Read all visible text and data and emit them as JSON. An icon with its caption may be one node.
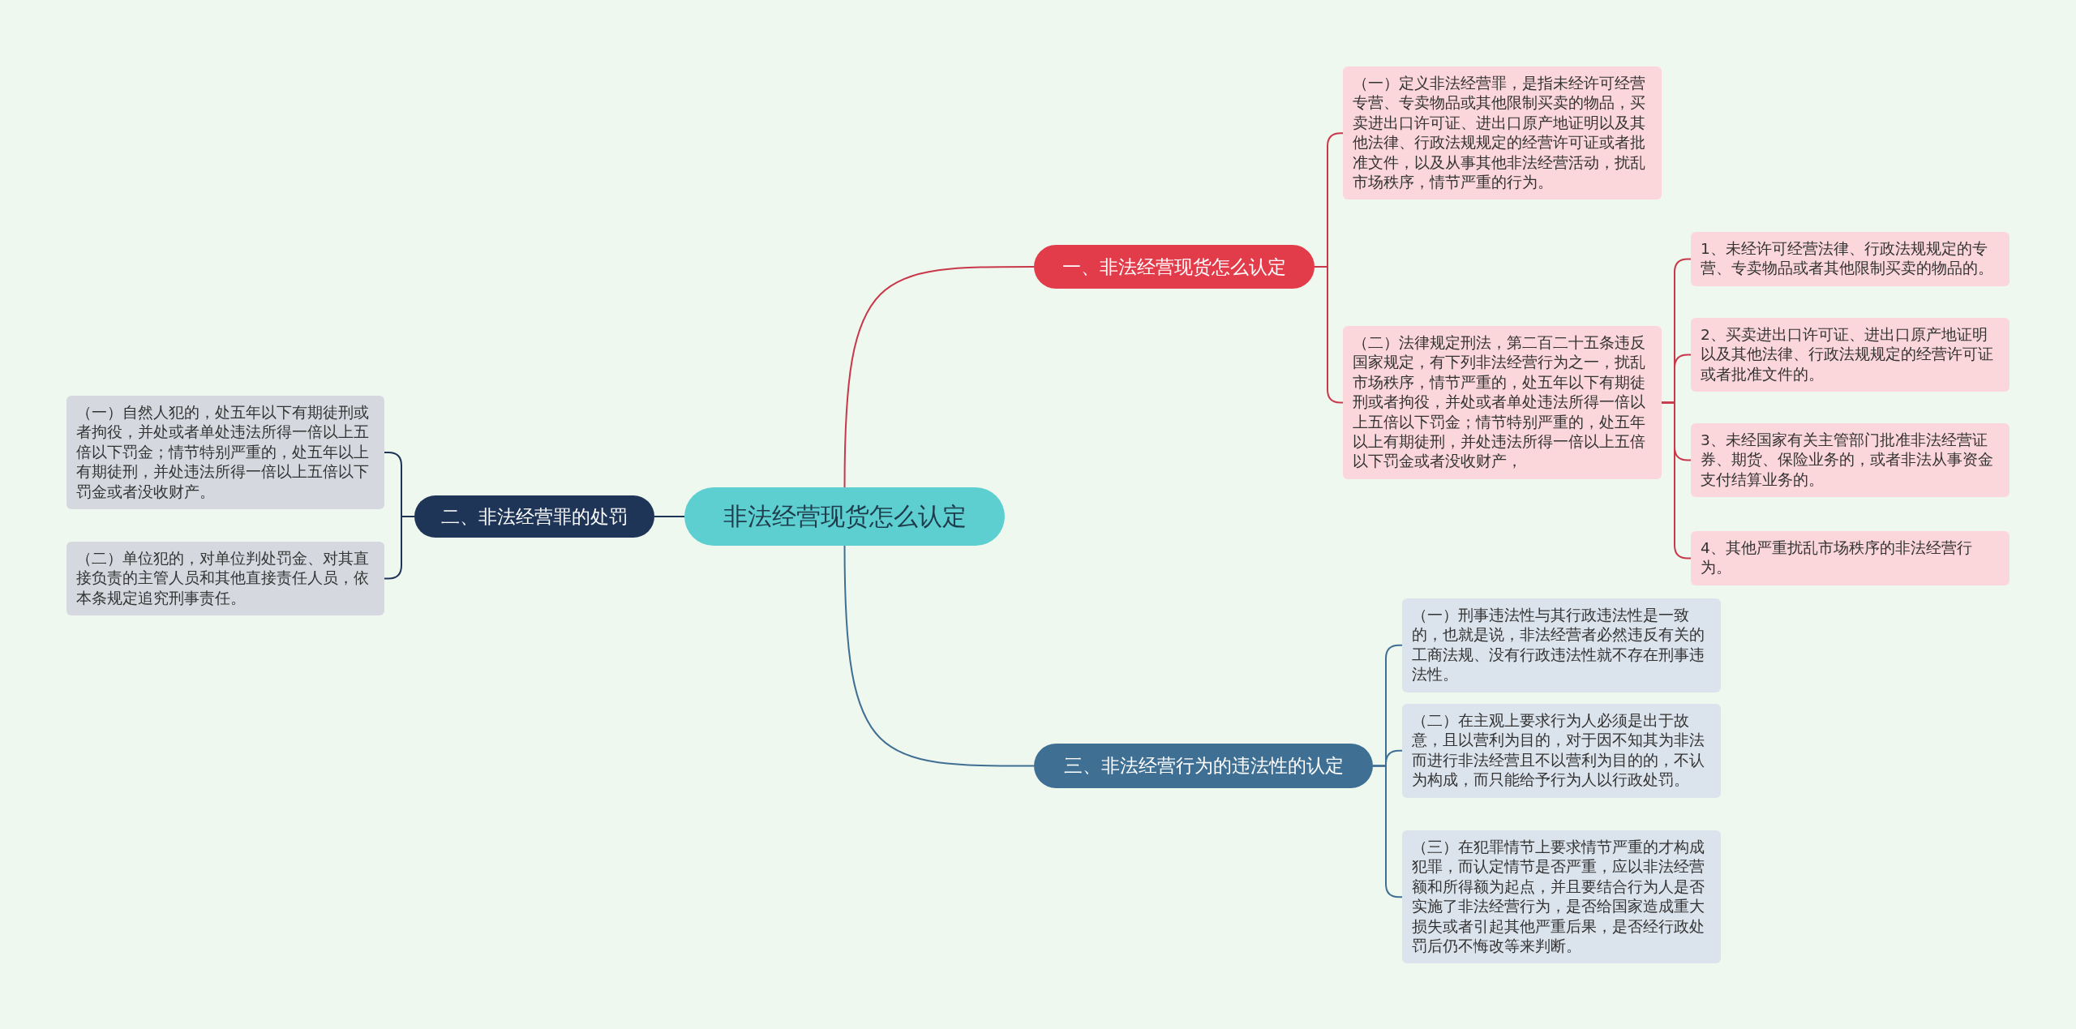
{
  "diagram": {
    "nodes": [
      {
        "text": [
          "非法经营现货怎么认定"
        ]
      },
      {
        "text": [
          "一、非法经营现货怎么认定"
        ]
      },
      {
        "text": [
          "（一）定义非法经营罪，是指未经许可经营专营、专卖物品或其他限制买卖的物品，买卖进出口许可证、进出口原产地证明以及其他法律、行政法规规定的经营许可证或者批准文件，以及从事其他非法经营活动，扰乱市场秩序，情节严重的行为。"
        ]
      },
      {
        "text": [
          "（二）法律规定刑法，第二百二十五条违反国家规定，有下列非法经营行为之一，扰乱市场秩序，情节严重的，处五年以下有期徒刑或者拘役，并处或者单处违法所得一倍以上五倍以下罚金；情节特别严重的，处五年以上有期徒刑，并处违法所得一倍以上五倍以下罚金或者没收财产，"
        ]
      },
      {
        "text": [
          "1、未经许可经营法律、行政法规规定的专营、专卖物品或者其他限制买卖的物品的。"
        ]
      },
      {
        "text": [
          "2、买卖进出口许可证、进出口原产地证明以及其他法律、行政法规规定的经营许可证或者批准文件的。"
        ]
      },
      {
        "text": [
          "3、未经国家有关主管部门批准非法经营证券、期货、保险业务的，或者非法从事资金支付结算业务的。"
        ]
      },
      {
        "text": [
          "4、其他严重扰乱市场秩序的非法经营行为。"
        ]
      },
      {
        "text": [
          "二、非法经营罪的处罚"
        ]
      },
      {
        "text": [
          "（一）自然人犯的，处五年以下有期徒刑或者拘役，并处或者单处违法所得一倍以上五倍以下罚金；情节特别严重的，处五年以上有期徒刑，并处违法所得一倍以上五倍以下罚金或者没收财产。"
        ]
      },
      {
        "text": [
          "（二）单位犯的，对单位判处罚金、对其直接负责的主管人员和其他直接责任人员，依本条规定追究刑事责任。"
        ]
      },
      {
        "text": [
          "三、非法经营行为的违法性的认定"
        ]
      },
      {
        "text": [
          "（一）刑事违法性与其行政违法性是一致的，也就是说，非法经营者必然违反有关的工商法规、没有行政违法性就不存在刑事违法性。"
        ]
      },
      {
        "text": [
          "（二）在主观上要求行为人必须是出于故意，且以营利为目的，对于因不知其为非法而进行非法经营且不以营利为目的的，不认为构成，而只能给予行为人以行政处罚。"
        ]
      },
      {
        "text": [
          "（三）在犯罪情节上要求情节严重的才构成犯罪，而认定情节是否严重，应以非法经营额和所得额为起点，并且要结合行为人是否实施了非法经营行为，是否给国家造成重大损失或者引起其他严重后果，是否经行政处罚后仍不悔改等来判断。"
        ]
      }
    ],
    "edges": [
      {
        "from": 0,
        "to": 1,
        "arrow": "none"
      },
      {
        "from": 1,
        "to": 2,
        "arrow": "none"
      },
      {
        "from": 1,
        "to": 3,
        "arrow": "none"
      },
      {
        "from": 3,
        "to": 4,
        "arrow": "none"
      },
      {
        "from": 3,
        "to": 5,
        "arrow": "none"
      },
      {
        "from": 3,
        "to": 6,
        "arrow": "none"
      },
      {
        "from": 3,
        "to": 7,
        "arrow": "none"
      },
      {
        "from": 0,
        "to": 8,
        "arrow": "none",
        "color": "#1f3558"
      },
      {
        "from": 8,
        "to": 9,
        "arrow": "none",
        "color": "#1f3558"
      },
      {
        "from": 8,
        "to": 10,
        "arrow": "none",
        "color": "#1f3558"
      },
      {
        "from": 0,
        "to": 11,
        "arrow": "none",
        "color": "#3f6f93"
      },
      {
        "from": 11,
        "to": 12,
        "arrow": "none",
        "color": "#3f6f93"
      },
      {
        "from": 11,
        "to": 13,
        "arrow": "none",
        "color": "#3f6f93"
      },
      {
        "from": 11,
        "to": 14,
        "arrow": "none",
        "color": "#3f6f93"
      }
    ]
  }
}
